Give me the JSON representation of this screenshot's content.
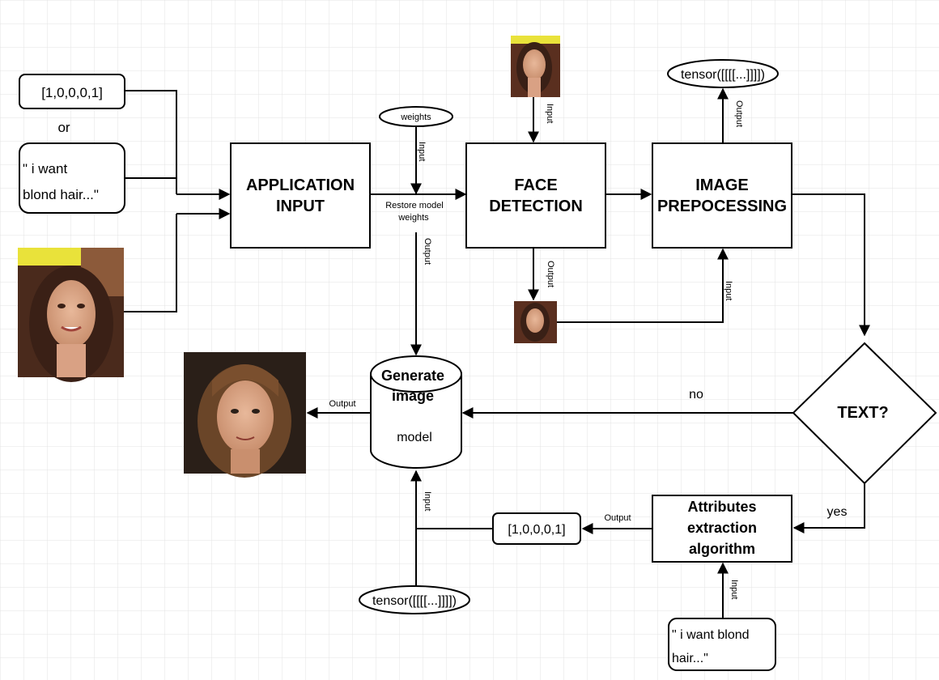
{
  "inputs": {
    "vector": "[1,0,0,0,1]",
    "or": "or",
    "text_line1": "\" i want",
    "text_line2": "blond hair...\""
  },
  "nodes": {
    "application_input": [
      "APPLICATION",
      "INPUT"
    ],
    "face_detection": [
      "FACE",
      "DETECTION"
    ],
    "image_preprocessing": [
      "IMAGE",
      "PREPOCESSING"
    ],
    "text_decision": "TEXT?",
    "generate_image": [
      "Generate",
      "image"
    ],
    "model": "model",
    "attributes_extraction": [
      "Attributes",
      "extraction",
      "algorithm"
    ],
    "weights": "weights",
    "tensor_top": "tensor([[[[...]]]])",
    "tensor_bottom": "tensor([[[[...]]]])",
    "vector_output": "[1,0,0,0,1]",
    "text_bottom_line1": "\" i want blond",
    "text_bottom_line2": "hair...\""
  },
  "edge_labels": {
    "restore_line1": "Restore model",
    "restore_line2": "weights",
    "input": "Input",
    "output": "Output",
    "no": "no",
    "yes": "yes"
  },
  "colors": {
    "grid": "#e3e3e3",
    "stroke": "#000000",
    "photo_yellow": "#e9e23a"
  }
}
